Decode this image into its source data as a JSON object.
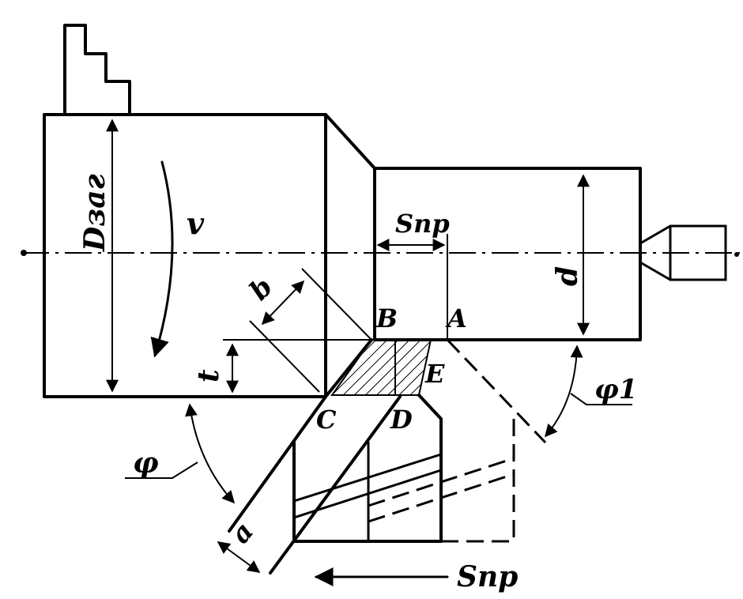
{
  "labels": {
    "d_zag": "Dзаг",
    "v": "v",
    "s_pr_top": "Sпр",
    "d": "d",
    "b": "b",
    "B": "B",
    "A": "A",
    "t": "t",
    "E": "E",
    "C": "C",
    "D": "D",
    "phi1": "φ1",
    "phi": "φ",
    "a": "a",
    "s_pr_bottom": "Sпр"
  }
}
